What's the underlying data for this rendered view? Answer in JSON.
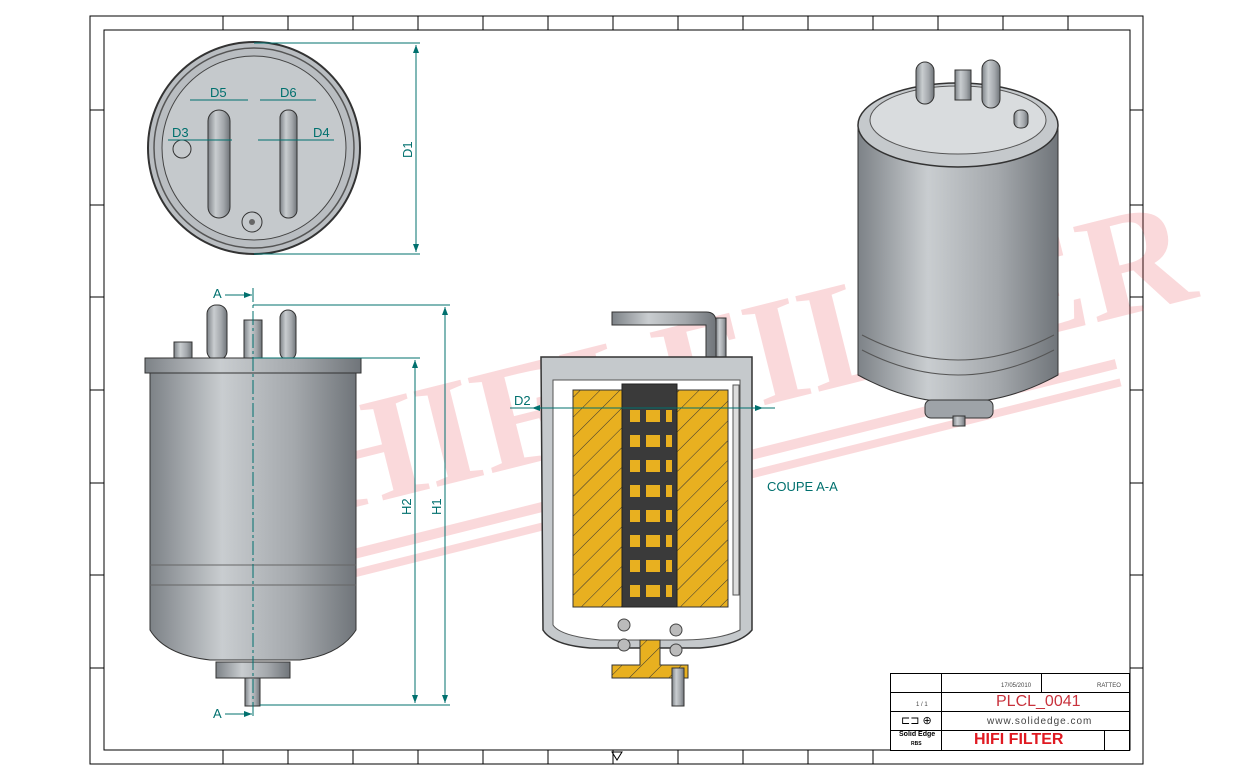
{
  "drawing": {
    "watermark": "HIFI FILTER",
    "watermark_mark": "®",
    "dimensions": {
      "d1": "D1",
      "d2": "D2",
      "d3": "D3",
      "d4": "D4",
      "d5": "D5",
      "d6": "D6",
      "h1": "H1",
      "h2": "H2"
    },
    "section_marker": "A",
    "section_label": "COUPE A-A"
  },
  "title_block": {
    "date": "17/05/2010",
    "author": "RATTEO",
    "scale": "1 / 1",
    "part_number": "PLCL_0041",
    "website": "www.solidedge.com",
    "software": "Solid Edge",
    "software_sub": "RBS",
    "company": "HIFI FILTER"
  },
  "colors": {
    "dimension": "#00706e",
    "watermark": "#e8323c",
    "media": "#e8b020",
    "metal": "#a8acb0"
  }
}
